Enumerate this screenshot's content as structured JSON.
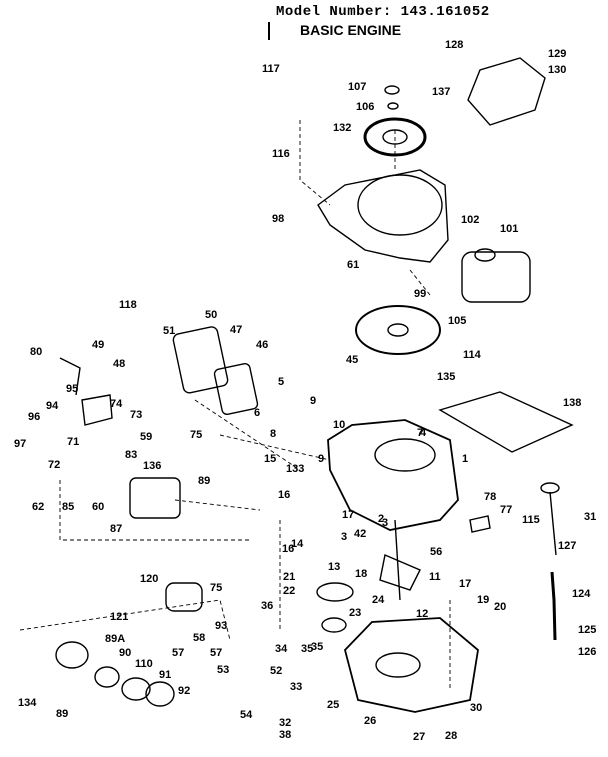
{
  "header": {
    "model_label": "Model Number: 143.161052",
    "title": "BASIC ENGINE"
  },
  "callouts": [
    "128",
    "129",
    "130",
    "117",
    "107",
    "137",
    "106",
    "132",
    "116",
    "98",
    "102",
    "101",
    "61",
    "99",
    "118",
    "50",
    "51",
    "47",
    "46",
    "105",
    "49",
    "48",
    "114",
    "80",
    "45",
    "135",
    "94",
    "95",
    "74",
    "73",
    "5",
    "96",
    "9",
    "138",
    "8",
    "10",
    "6",
    "97",
    "59",
    "75",
    "72",
    "71",
    "83",
    "136",
    "15",
    "9",
    "133",
    "89",
    "62",
    "85",
    "60",
    "16",
    "87",
    "78",
    "77",
    "115",
    "31",
    "42",
    "14",
    "3",
    "56",
    "57",
    "16",
    "127",
    "17",
    "18",
    "120",
    "21",
    "22",
    "13",
    "11",
    "124",
    "75",
    "23",
    "36",
    "24",
    "17",
    "19",
    "20",
    "121",
    "93",
    "12",
    "125",
    "89A",
    "58",
    "34",
    "57",
    "35",
    "126",
    "90",
    "53",
    "52",
    "110",
    "91",
    "33",
    "134",
    "92",
    "54",
    "25",
    "30",
    "89",
    "32",
    "26",
    "38",
    "27",
    "28",
    "7",
    "2",
    "1",
    "4",
    "35",
    "3"
  ],
  "colors": {
    "ink": "#000000",
    "paper": "#ffffff"
  }
}
